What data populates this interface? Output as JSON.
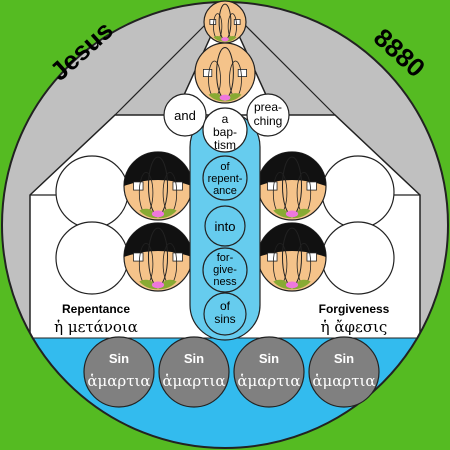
{
  "header": {
    "left_title": "Jesus",
    "right_number": "8880"
  },
  "chain_words": [
    "and",
    "preaching",
    "a baptism",
    "of repentance",
    "into",
    "forgiveness",
    "of sins"
  ],
  "chain_display": {
    "and": [
      "and"
    ],
    "preaching": [
      "prea-",
      "ching"
    ],
    "a_baptism": [
      "a",
      "bap-",
      "tism"
    ],
    "of_repentance": [
      "of",
      "repent-",
      "ance"
    ],
    "into": [
      "into"
    ],
    "forgiveness": [
      "for-",
      "give-",
      "ness"
    ],
    "of_sins": [
      "of",
      "sins"
    ]
  },
  "left_label": {
    "english": "Repentance",
    "greek": "ἡ μετάνοια"
  },
  "right_label": {
    "english": "Forgiveness",
    "greek": "ἡ ἄφεσις"
  },
  "sin_circles": [
    {
      "english": "Sin",
      "greek": "ἁμαρτια"
    },
    {
      "english": "Sin",
      "greek": "ἁμαρτια"
    },
    {
      "english": "Sin",
      "greek": "ἁμαρτια"
    },
    {
      "english": "Sin",
      "greek": "ἁμαρτια"
    }
  ],
  "colors": {
    "sky_gray": "#c0c0c0",
    "grass_green": "#55bb22",
    "water_blue": "#33bbee",
    "column_blue": "#66ccee",
    "sin_gray": "#808080",
    "face_tan": "#f5c38a",
    "hair_black": "#111111",
    "accent_olive": "#88aa33",
    "accent_pink": "#ee77dd"
  }
}
